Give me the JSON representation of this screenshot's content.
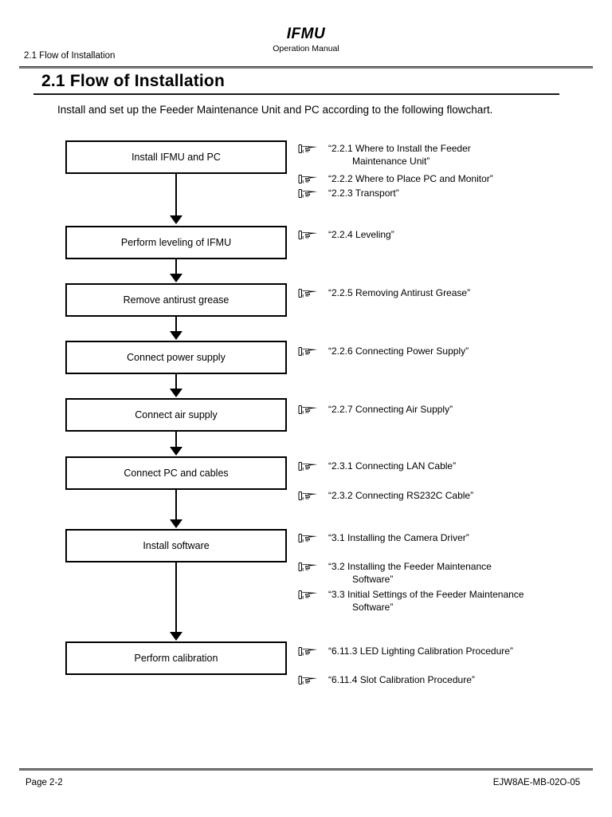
{
  "header": {
    "brand": "IFMU",
    "subtitle": "Operation Manual",
    "running_head": "2.1 Flow of Installation"
  },
  "section": {
    "title": "2.1 Flow of Installation",
    "intro": "Install and set up the Feeder Maintenance Unit and PC according to the following flowchart."
  },
  "flowchart": {
    "boxes": [
      {
        "label": "Install IFMU and PC"
      },
      {
        "label": "Perform leveling of IFMU"
      },
      {
        "label": "Remove antirust grease"
      },
      {
        "label": "Connect power supply"
      },
      {
        "label": "Connect air supply"
      },
      {
        "label": "Connect PC and cables"
      },
      {
        "label": "Install software"
      },
      {
        "label": "Perform calibration"
      }
    ],
    "icon": "pointing-hand-icon",
    "references": [
      {
        "line1": "“2.2.1 Where to Install the Feeder",
        "line2": "Maintenance Unit”"
      },
      {
        "line1": "“2.2.2 Where to Place PC and Monitor”",
        "line2": ""
      },
      {
        "line1": "“2.2.3 Transport”",
        "line2": ""
      },
      {
        "line1": "“2.2.4 Leveling”",
        "line2": ""
      },
      {
        "line1": "“2.2.5 Removing Antirust Grease”",
        "line2": ""
      },
      {
        "line1": "“2.2.6 Connecting Power Supply”",
        "line2": ""
      },
      {
        "line1": "“2.2.7 Connecting Air Supply”",
        "line2": ""
      },
      {
        "line1": "“2.3.1 Connecting LAN Cable”",
        "line2": ""
      },
      {
        "line1": "“2.3.2 Connecting RS232C Cable”",
        "line2": ""
      },
      {
        "line1": "“3.1 Installing the Camera Driver”",
        "line2": ""
      },
      {
        "line1": "“3.2 Installing the Feeder Maintenance",
        "line2": "Software”"
      },
      {
        "line1": "“3.3 Initial Settings of the Feeder Maintenance",
        "line2": "Software”"
      },
      {
        "line1": "“6.11.3 LED Lighting Calibration Procedure”",
        "line2": ""
      },
      {
        "line1": "“6.11.4 Slot Calibration Procedure”",
        "line2": ""
      }
    ]
  },
  "footer": {
    "page": "Page 2-2",
    "doc_code": "EJW8AE-MB-02O-05"
  },
  "colors": {
    "text": "#000000",
    "rule": "#808080",
    "box_border": "#000000"
  }
}
